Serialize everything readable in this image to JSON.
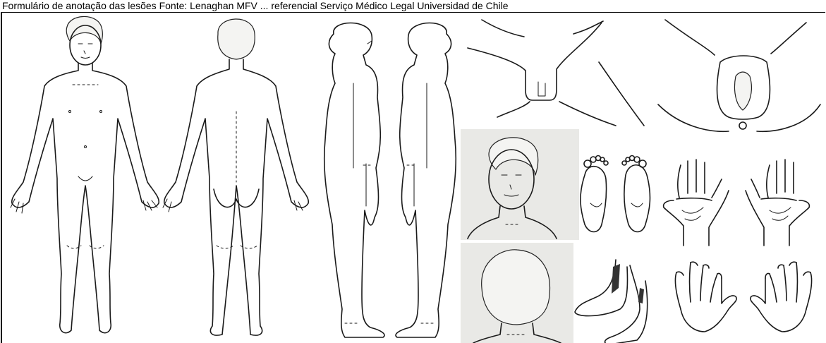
{
  "caption": "Formulário de anotação das lesões Fonte: Lenaghan MFV ... referencial Serviço Médico Legal Universidad de Chile",
  "icons": {
    "front-body": "child-body-front-drawing",
    "back-body": "child-body-back-drawing",
    "side-left": "body-side-left-outline",
    "side-right": "body-side-right-outline",
    "male-genital": "male-genital-area-drawing",
    "female-genital": "female-genital-area-drawing",
    "head-front": "child-head-front-drawing",
    "head-back": "child-head-back-drawing",
    "soles": "foot-soles-drawing",
    "feet-side": "feet-side-drawing",
    "palms": "hand-palms-drawing",
    "hand-backs": "hand-backs-drawing"
  }
}
